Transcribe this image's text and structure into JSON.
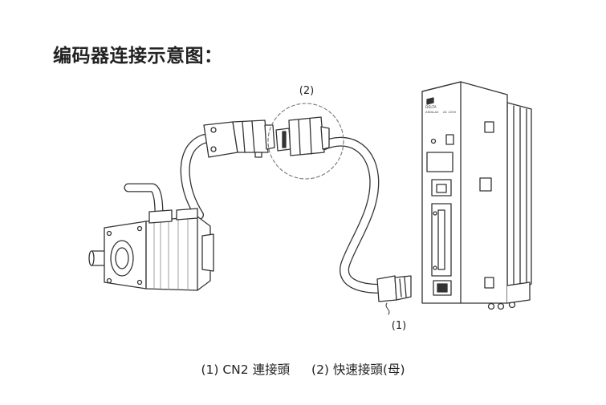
{
  "title": "编码器连接示意图：",
  "labels": {
    "callout_1": "(1)",
    "callout_2": "(2)",
    "drive_brand": "DELTA",
    "drive_model": "ASDA-A2",
    "drive_rating": "AC 220V"
  },
  "caption": {
    "item1_num": "(1)",
    "item1_text": "CN2 連接頭",
    "item2_num": "(2)",
    "item2_text": "快速接頭(母)"
  }
}
